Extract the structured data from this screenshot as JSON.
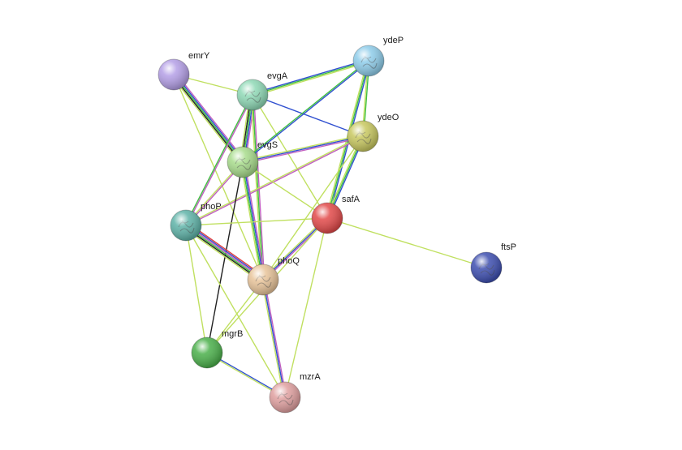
{
  "nodes": [
    {
      "id": "emrY",
      "label": "emrY",
      "color": "#b49fe6",
      "structure": false
    },
    {
      "id": "evgA",
      "label": "evgA",
      "color": "#8fd9b6",
      "structure": true
    },
    {
      "id": "ydeP",
      "label": "ydeP",
      "color": "#8fcdea",
      "structure": true
    },
    {
      "id": "ydeO",
      "label": "ydeO",
      "color": "#c8c860",
      "structure": true
    },
    {
      "id": "evgS",
      "label": "evgS",
      "color": "#a8dc8c",
      "structure": true
    },
    {
      "id": "safA",
      "label": "safA",
      "color": "#e24a4a",
      "structure": false
    },
    {
      "id": "phoP",
      "label": "phoP",
      "color": "#5fb3a8",
      "structure": true
    },
    {
      "id": "ftsP",
      "label": "ftsP",
      "color": "#3e4fb0",
      "structure": true
    },
    {
      "id": "phoQ",
      "label": "phoQ",
      "color": "#e8c49a",
      "structure": true
    },
    {
      "id": "mgrB",
      "label": "mgrB",
      "color": "#4bb04b",
      "structure": false
    },
    {
      "id": "mzrA",
      "label": "mzrA",
      "color": "#e0a0a0",
      "structure": true
    }
  ],
  "edges": [
    {
      "source": "emrY",
      "target": "evgA",
      "colors": [
        "#c0e060"
      ]
    },
    {
      "source": "emrY",
      "target": "evgS",
      "colors": [
        "#c060c0",
        "#3050d0",
        "#40c040",
        "#202020",
        "#c0e060"
      ]
    },
    {
      "source": "emrY",
      "target": "phoQ",
      "colors": [
        "#c0e060"
      ]
    },
    {
      "source": "evgA",
      "target": "ydeP",
      "colors": [
        "#3050d0",
        "#40c040",
        "#c0e060"
      ]
    },
    {
      "source": "evgA",
      "target": "ydeO",
      "colors": [
        "#3050d0"
      ]
    },
    {
      "source": "evgA",
      "target": "evgS",
      "colors": [
        "#c060c0",
        "#3050d0",
        "#40c040",
        "#202020",
        "#c0e060"
      ]
    },
    {
      "source": "evgA",
      "target": "phoP",
      "colors": [
        "#c060c0",
        "#40c040"
      ]
    },
    {
      "source": "evgA",
      "target": "phoQ",
      "colors": [
        "#c060c0",
        "#40c040",
        "#c0e060"
      ]
    },
    {
      "source": "evgA",
      "target": "safA",
      "colors": [
        "#c0e060"
      ]
    },
    {
      "source": "ydeP",
      "target": "ydeO",
      "colors": [
        "#40c040",
        "#c0e060"
      ]
    },
    {
      "source": "ydeP",
      "target": "evgS",
      "colors": [
        "#3050d0",
        "#40c040"
      ]
    },
    {
      "source": "ydeP",
      "target": "safA",
      "colors": [
        "#3050d0",
        "#40c040",
        "#c0e060"
      ]
    },
    {
      "source": "ydeO",
      "target": "evgS",
      "colors": [
        "#c060c0",
        "#3050d0",
        "#c0e060"
      ]
    },
    {
      "source": "ydeO",
      "target": "safA",
      "colors": [
        "#3050d0",
        "#40c040",
        "#c0e060"
      ]
    },
    {
      "source": "ydeO",
      "target": "phoP",
      "colors": [
        "#c060c0",
        "#c0e060"
      ]
    },
    {
      "source": "ydeO",
      "target": "phoQ",
      "colors": [
        "#c0e060"
      ]
    },
    {
      "source": "evgS",
      "target": "safA",
      "colors": [
        "#c0e060"
      ]
    },
    {
      "source": "evgS",
      "target": "phoP",
      "colors": [
        "#c060c0",
        "#c0e060"
      ]
    },
    {
      "source": "evgS",
      "target": "phoQ",
      "colors": [
        "#c060c0",
        "#3050d0",
        "#40c040",
        "#c0e060"
      ]
    },
    {
      "source": "evgS",
      "target": "mgrB",
      "colors": [
        "#202020"
      ]
    },
    {
      "source": "safA",
      "target": "phoP",
      "colors": [
        "#c0e060"
      ]
    },
    {
      "source": "safA",
      "target": "phoQ",
      "colors": [
        "#c060c0",
        "#3050d0",
        "#c0e060"
      ]
    },
    {
      "source": "safA",
      "target": "ftsP",
      "colors": [
        "#c0e060"
      ]
    },
    {
      "source": "safA",
      "target": "mzrA",
      "colors": [
        "#c0e060"
      ]
    },
    {
      "source": "safA",
      "target": "mgrB",
      "colors": [
        "#c0e060"
      ]
    },
    {
      "source": "phoP",
      "target": "phoQ",
      "colors": [
        "#e04040",
        "#3050d0",
        "#c060c0",
        "#40c040",
        "#202020",
        "#c0e060"
      ]
    },
    {
      "source": "phoP",
      "target": "mgrB",
      "colors": [
        "#c0e060"
      ]
    },
    {
      "source": "phoP",
      "target": "mzrA",
      "colors": [
        "#c0e060"
      ]
    },
    {
      "source": "phoQ",
      "target": "mgrB",
      "colors": [
        "#c0e060"
      ]
    },
    {
      "source": "phoQ",
      "target": "mzrA",
      "colors": [
        "#c060c0",
        "#3050d0",
        "#c0e060"
      ]
    },
    {
      "source": "mgrB",
      "target": "mzrA",
      "colors": [
        "#3050d0",
        "#c0e060"
      ]
    }
  ]
}
